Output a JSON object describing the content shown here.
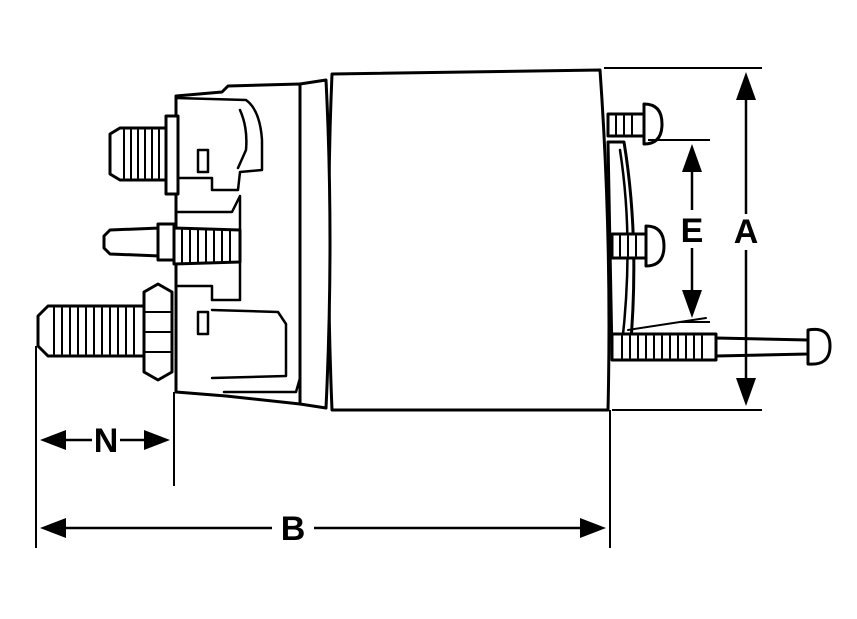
{
  "diagram": {
    "labels": {
      "A": "A",
      "B": "B",
      "E": "E",
      "N": "N"
    },
    "colors": {
      "line": "#000000",
      "background": "#ffffff"
    }
  }
}
